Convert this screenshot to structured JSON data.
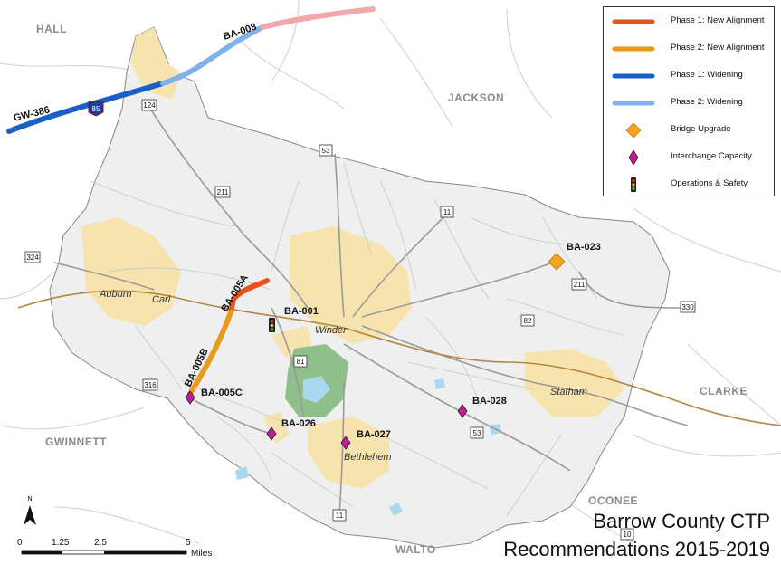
{
  "title": {
    "line1": "Barrow County CTP",
    "line2": "Recommendations 2015-2019"
  },
  "regions": {
    "hall": "HALL",
    "jackson": "JACKSON",
    "clarke": "CLARKE",
    "gwinnett": "GWINNETT",
    "oconee": "OCONEE",
    "walton": "WALTO"
  },
  "cities": {
    "auburn": "Auburn",
    "carl": "Carl",
    "winder": "Winder",
    "statham": "Statham",
    "bethlehem": "Bethlehem"
  },
  "corridors": {
    "gw386": "GW-386",
    "ba008": "BA-008",
    "ba005a": "BA-005A",
    "ba005b": "BA-005B"
  },
  "projects": {
    "ba001": "BA-001",
    "ba005c": "BA-005C",
    "ba026": "BA-026",
    "ba027": "BA-027",
    "ba028": "BA-028",
    "ba023": "BA-023"
  },
  "shields": {
    "i85": "85",
    "sr124": "124",
    "sr53_north": "53",
    "sr211_west": "211",
    "sr11_north": "11",
    "sr324": "324",
    "sr211_east": "211",
    "sr330": "330",
    "sr82": "82",
    "sr81": "81",
    "sr316": "316",
    "sr53_south": "53",
    "sr11_south": "11",
    "sr10": "10"
  },
  "legend": {
    "items": [
      {
        "label": "Phase 1: New Alignment",
        "color": "#e8521c",
        "icon": "line"
      },
      {
        "label": "Phase 2: New Alignment",
        "color": "#e89a1c",
        "icon": "line"
      },
      {
        "label": "Phase 1: Widening",
        "color": "#1a5fc7",
        "icon": "line"
      },
      {
        "label": "Phase 2: Widening",
        "color": "#7fb2ec",
        "icon": "line"
      },
      {
        "label": "Bridge Upgrade",
        "color": "#f5a21c",
        "icon": "diamond"
      },
      {
        "label": "Interchange Capacity",
        "color": "#c41a9a",
        "icon": "diamond"
      },
      {
        "label": "Operations & Safety",
        "color": "#222222",
        "icon": "traffic-signal"
      }
    ]
  },
  "scale": {
    "ticks": [
      "0",
      "1.25",
      "2.5",
      "5"
    ],
    "unit": "Miles"
  },
  "north_arrow": "N",
  "colors": {
    "county_fill": "#efefef",
    "urban_fill": "#f6e3ae",
    "park_fill": "#8fc08c",
    "water_fill": "#a9d8ef",
    "road": "#b5b5b5",
    "rail": "#b08840"
  }
}
